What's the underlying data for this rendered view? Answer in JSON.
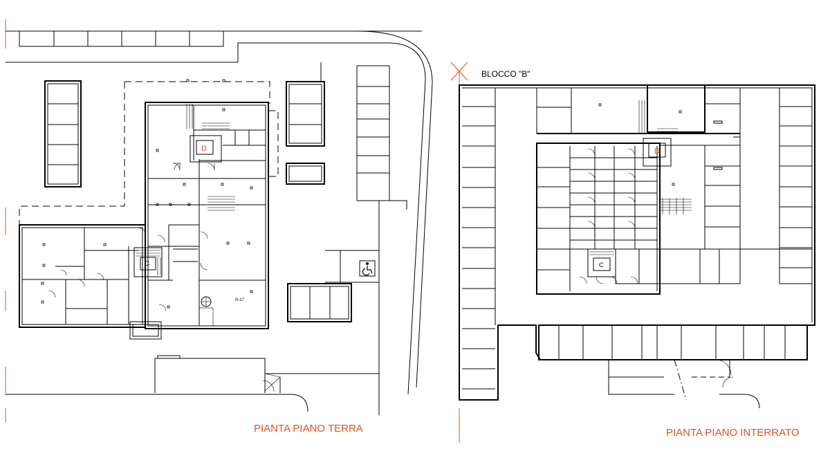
{
  "plans": {
    "ground_floor": {
      "title": "PIANTA PIANO TERRA",
      "stair_c": "C",
      "stair_d": "D",
      "unit_label": "N-17"
    },
    "basement": {
      "title": "PIANTA PIANO INTERRATO",
      "block": "BLOCCO \"B\"",
      "stair_c": "C",
      "stair_d": "D"
    }
  },
  "colors": {
    "line": "#000000",
    "accent": "#e2501e",
    "accessible_symbol": "#000000"
  },
  "icons": [
    "wheelchair-accessible-icon",
    "section-arrow-icon"
  ]
}
